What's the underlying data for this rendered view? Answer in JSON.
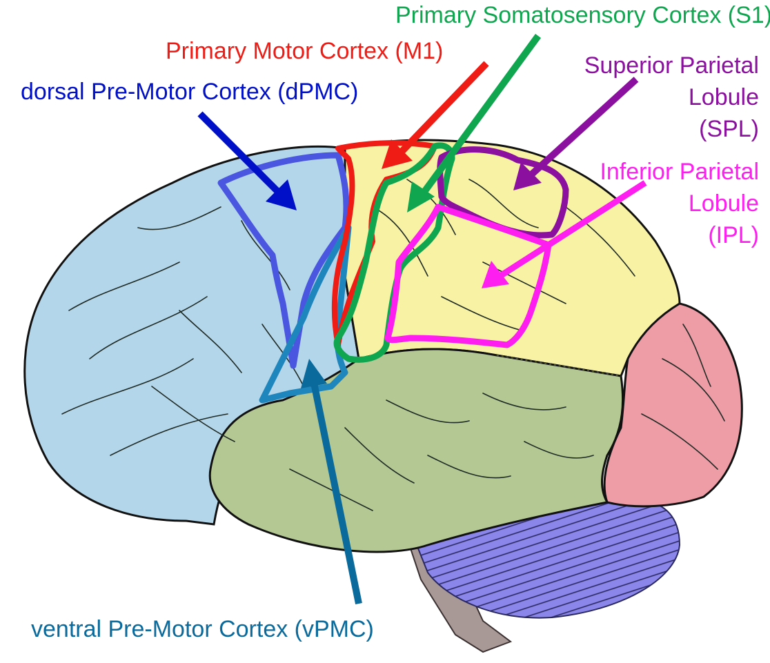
{
  "diagram": {
    "title": "Lateral view of the brain with motor and parietal regions",
    "colors": {
      "frontal_lobe": "#b4d6ea",
      "parietal_lobe": "#f8f2a4",
      "temporal_lobe": "#b4c894",
      "occipital_lobe": "#ee9ca6",
      "cerebellum": "#8a86ea",
      "brainstem": "#a89896",
      "sulci": "#1e2a24",
      "dpmc": "#0010c8",
      "dpmc_outline": "#4a56e0",
      "vpmc": "#0a6a9c",
      "vpmc_outline": "#1e86bc",
      "m1": "#ee1c14",
      "s1": "#10a650",
      "spl": "#8c10a0",
      "ipl": "#ff1ef0"
    },
    "labels": {
      "s1": "Primary Somatosensory Cortex (S1)",
      "m1": "Primary Motor Cortex (M1)",
      "dpmc": "dorsal Pre-Motor Cortex (dPMC)",
      "spl_line1": "Superior Parietal",
      "spl_line2": "Lobule",
      "spl_line3": "(SPL)",
      "ipl_line1": "Inferior Parietal",
      "ipl_line2": "Lobule",
      "ipl_line3": "(IPL)",
      "vpmc": "ventral Pre-Motor Cortex (vPMC)"
    }
  }
}
